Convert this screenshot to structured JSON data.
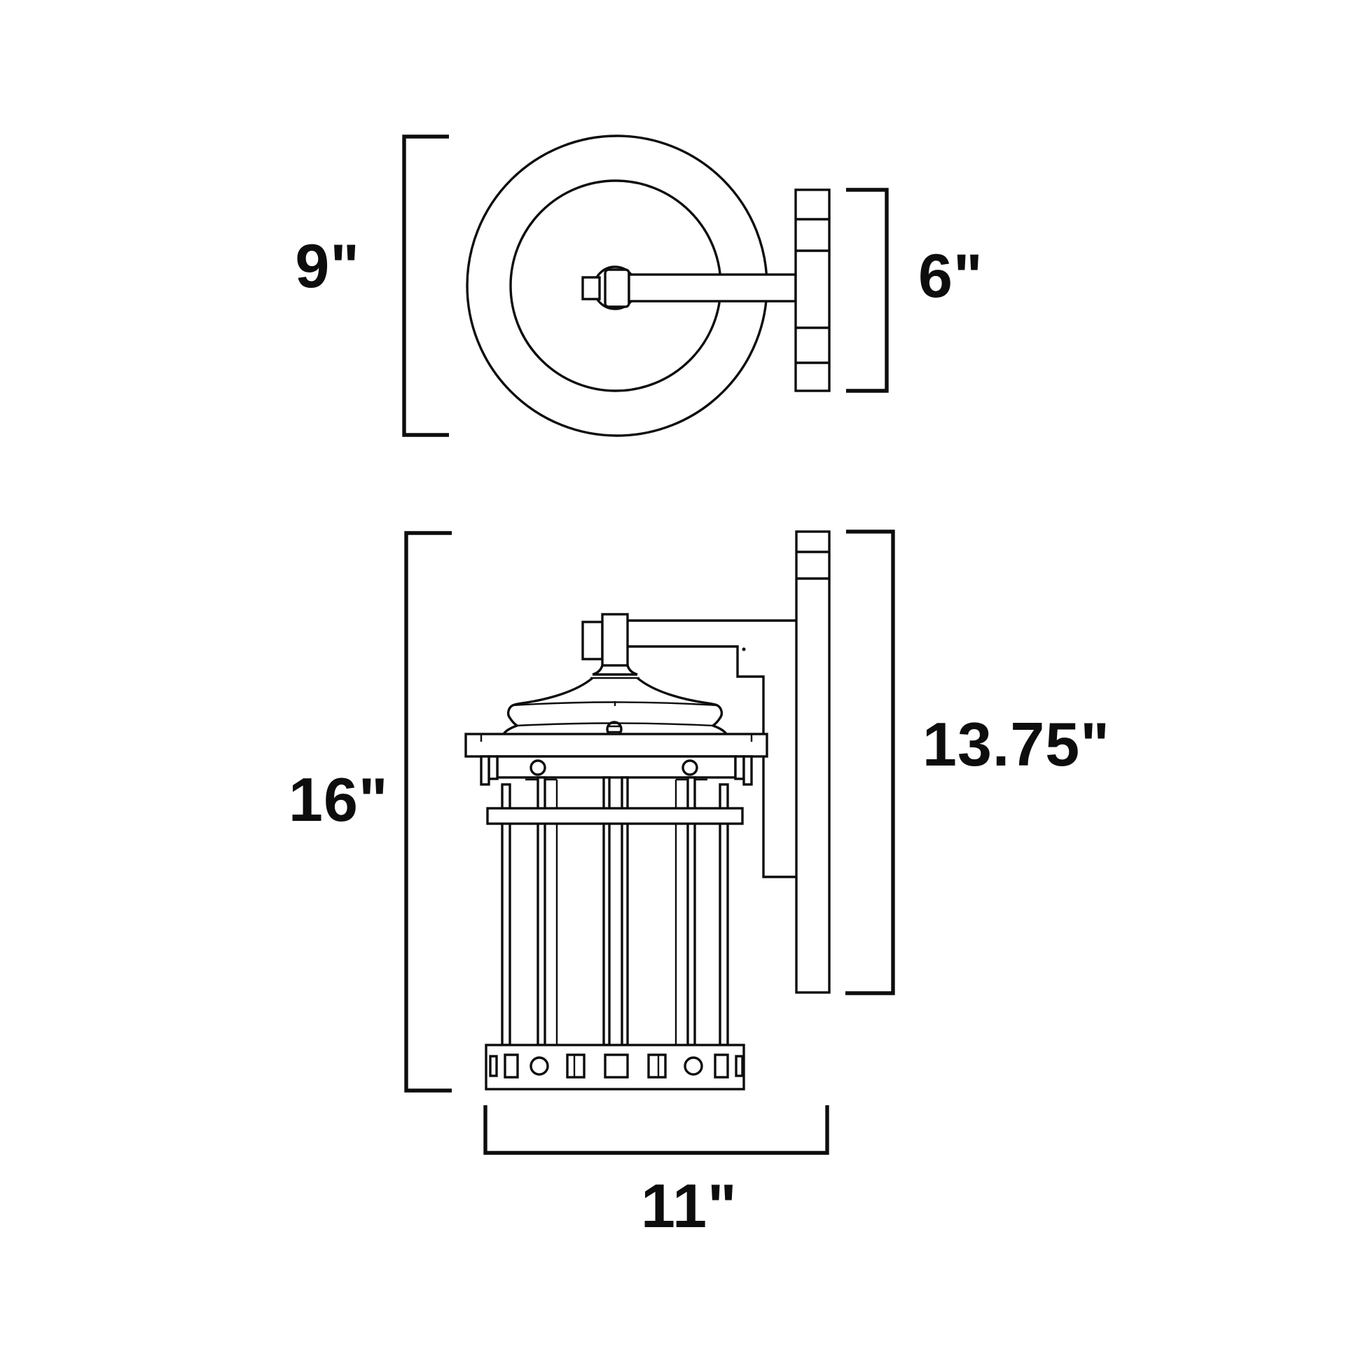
{
  "diagram": {
    "type": "lighting-fixture-dimension-drawing",
    "background_color": "#ffffff",
    "line_color": "#0d0d0d",
    "views": {
      "top": {
        "labels": {
          "fixture_width": "9\"",
          "backplate_width": "6\""
        }
      },
      "side": {
        "labels": {
          "fixture_height": "16\"",
          "backplate_height": "13.75\"",
          "fixture_projection": "11\""
        }
      }
    }
  }
}
